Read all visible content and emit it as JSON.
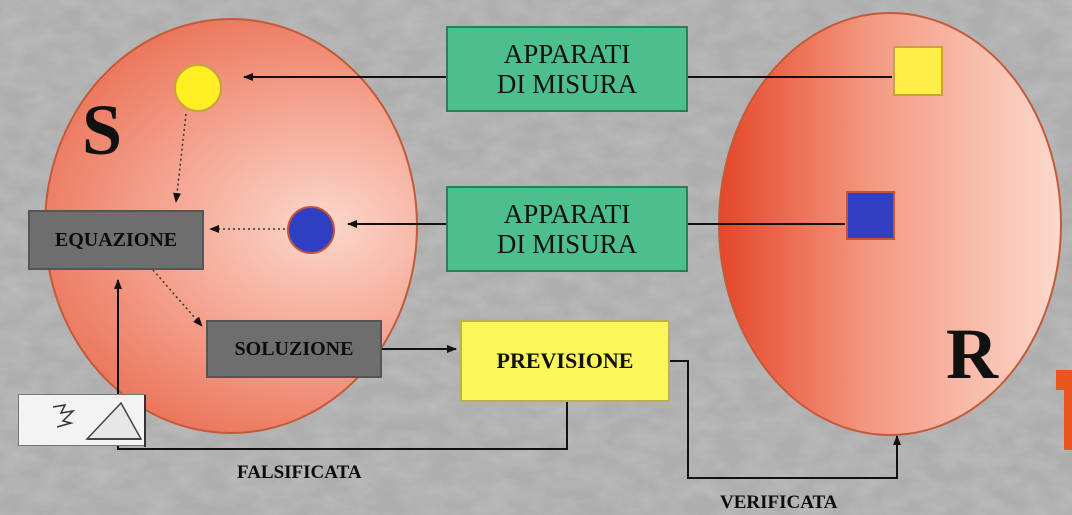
{
  "ellipses": {
    "s": {
      "label": "S"
    },
    "r": {
      "label": "R"
    }
  },
  "boxes": {
    "misura_top": {
      "line1": "APPARATI",
      "line2": "DI MISURA"
    },
    "misura_mid": {
      "line1": "APPARATI",
      "line2": "DI MISURA"
    },
    "equazione": "EQUAZIONE",
    "soluzione": "SOLUZIONE",
    "previsione": "PREVISIONE"
  },
  "labels": {
    "falsificata": "FALSIFICATA",
    "verificata": "VERIFICATA"
  },
  "colors": {
    "yellow": "#ffee22",
    "blue": "#2f3fc4",
    "green_box": "#4dbf8f",
    "gray_box": "#6e6e6e",
    "yellow_box": "#fbf65a",
    "ellipse_red": "#e45a3a"
  },
  "icons": [
    "yellow-circle",
    "blue-circle",
    "yellow-square",
    "blue-square",
    "tool-icon",
    "triangle-icon"
  ]
}
